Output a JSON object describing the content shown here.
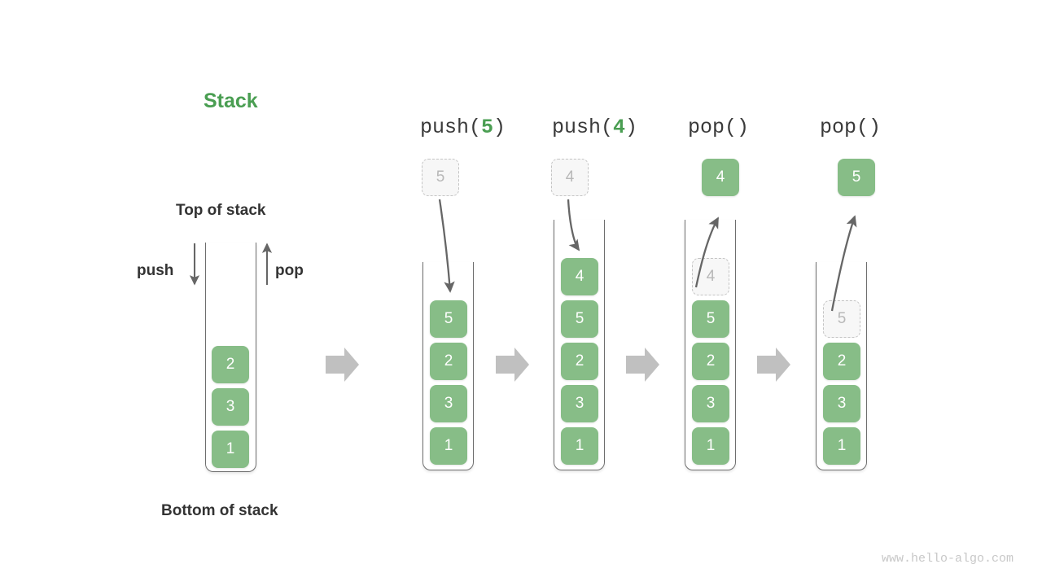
{
  "title": "Stack",
  "labels": {
    "top_of_stack": "Top of stack",
    "bottom_of_stack": "Bottom of stack",
    "push": "push",
    "pop": "pop"
  },
  "watermark": "www.hello-algo.com",
  "colors": {
    "accent_green": "#4a9e52",
    "cell_green": "#87bd87",
    "ghost_fill": "#f7f7f7",
    "ghost_border": "#c4c4c4",
    "arrow_gray": "#666666",
    "flow_arrow_gray": "#c0c0c0",
    "text_dark": "#333333",
    "watermark_gray": "#c8c8c8"
  },
  "initial_stack": {
    "values": [
      "2",
      "3",
      "1"
    ]
  },
  "steps": [
    {
      "header_prefix": "push(",
      "header_arg": "5",
      "header_suffix": ")",
      "floating": {
        "value": "5",
        "style": "ghost",
        "position": "above"
      },
      "arrow_direction": "down",
      "stack": [
        {
          "value": "5",
          "style": "solid"
        },
        {
          "value": "2",
          "style": "solid"
        },
        {
          "value": "3",
          "style": "solid"
        },
        {
          "value": "1",
          "style": "solid"
        }
      ]
    },
    {
      "header_prefix": "push(",
      "header_arg": "4",
      "header_suffix": ")",
      "floating": {
        "value": "4",
        "style": "ghost",
        "position": "above"
      },
      "arrow_direction": "down",
      "stack": [
        {
          "value": "4",
          "style": "solid"
        },
        {
          "value": "5",
          "style": "solid"
        },
        {
          "value": "2",
          "style": "solid"
        },
        {
          "value": "3",
          "style": "solid"
        },
        {
          "value": "1",
          "style": "solid"
        }
      ]
    },
    {
      "header_prefix": "pop(",
      "header_arg": "",
      "header_suffix": ")",
      "floating": {
        "value": "4",
        "style": "solid",
        "position": "above"
      },
      "arrow_direction": "up",
      "stack": [
        {
          "value": "4",
          "style": "ghost"
        },
        {
          "value": "5",
          "style": "solid"
        },
        {
          "value": "2",
          "style": "solid"
        },
        {
          "value": "3",
          "style": "solid"
        },
        {
          "value": "1",
          "style": "solid"
        }
      ]
    },
    {
      "header_prefix": "pop(",
      "header_arg": "",
      "header_suffix": ")",
      "floating": {
        "value": "5",
        "style": "solid",
        "position": "above"
      },
      "arrow_direction": "up",
      "stack": [
        {
          "value": "5",
          "style": "ghost"
        },
        {
          "value": "2",
          "style": "solid"
        },
        {
          "value": "3",
          "style": "solid"
        },
        {
          "value": "1",
          "style": "solid"
        }
      ]
    }
  ],
  "flow_arrows_count": 4
}
